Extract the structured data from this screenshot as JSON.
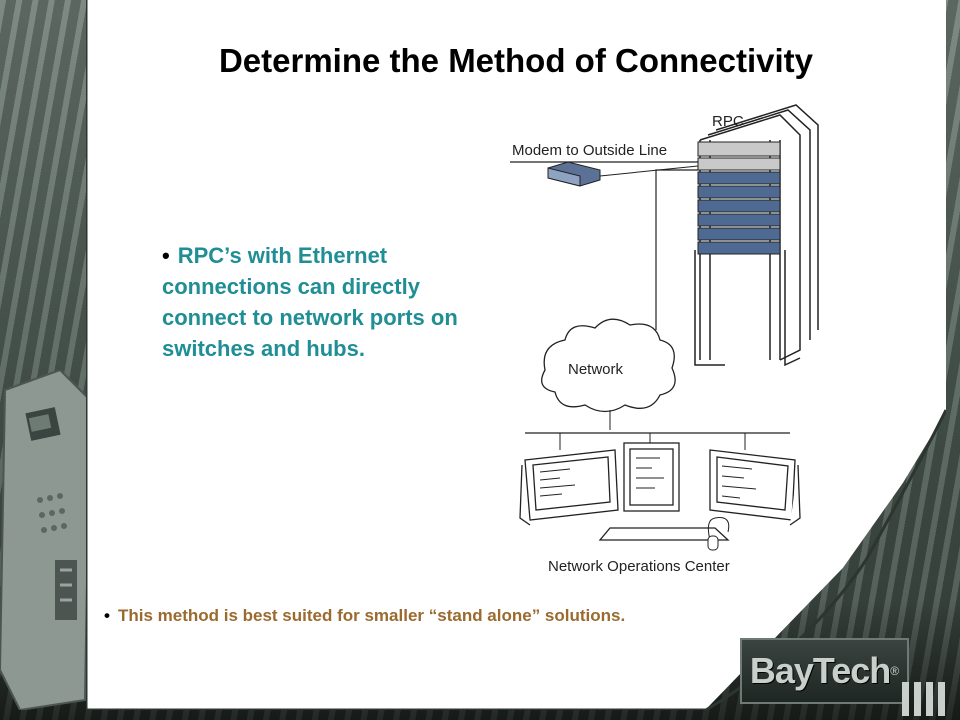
{
  "slide": {
    "title": "Determine the Method of Connectivity",
    "main_bullet": "RPC’s with Ethernet connections can directly connect to network ports on switches and hubs.",
    "bottom_bullet": "This method is best suited for smaller “stand alone” solutions.",
    "bullet_glyph": "•"
  },
  "diagram": {
    "rpc_label": "RPC",
    "modem_label": "Modem to Outside Line",
    "network_label": "Network",
    "noc_label": "Network Operations Center"
  },
  "logo": {
    "text": "BayTech",
    "mark": "®"
  },
  "colors": {
    "bullet_teal": "#1f8e95",
    "bullet_brown": "#9b6a2e",
    "rack_blue": "#4f6a92"
  }
}
